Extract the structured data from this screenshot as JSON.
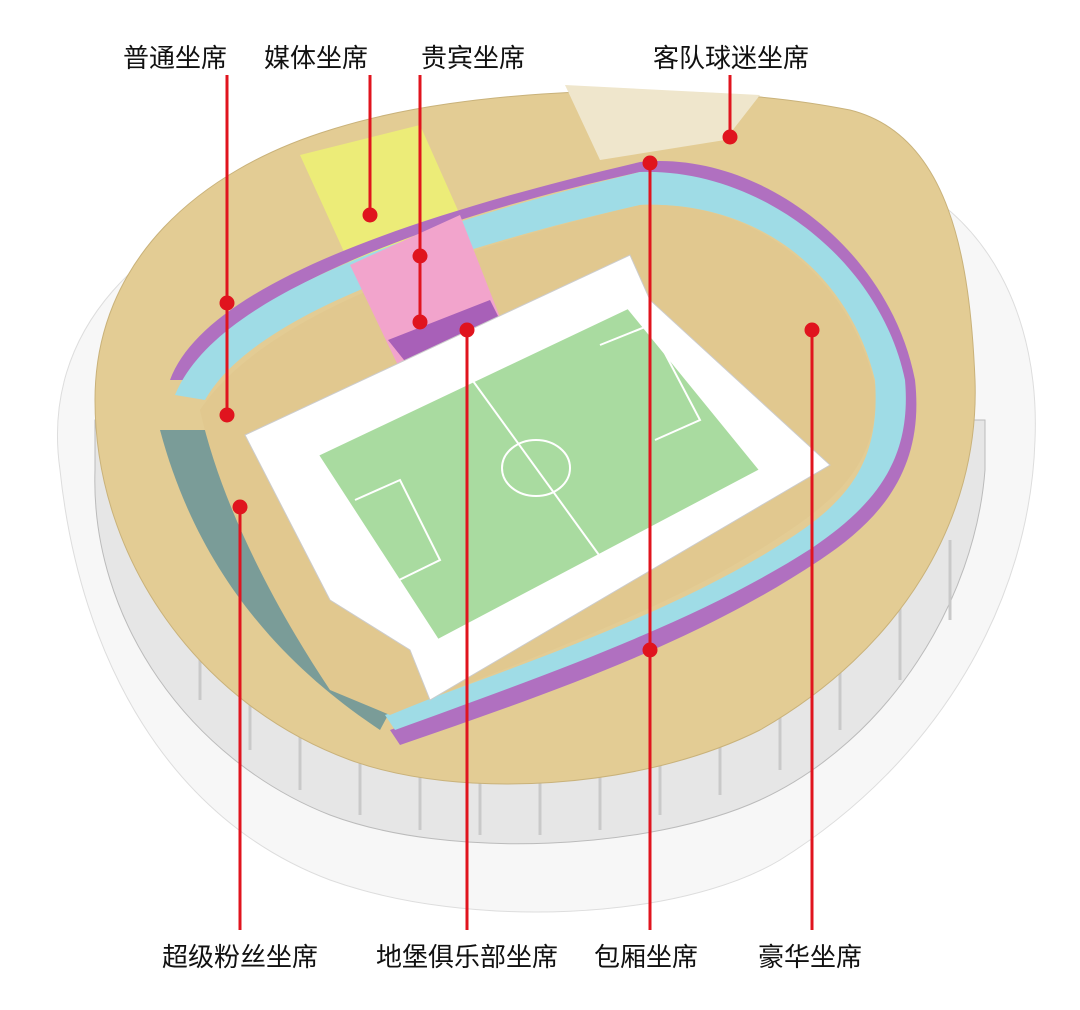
{
  "labels": {
    "top": [
      "普通坐席",
      "媒体坐席",
      "贵宾坐席",
      "客队球迷坐席"
    ],
    "bottom": [
      "超级粉丝坐席",
      "地堡俱乐部坐席",
      "包厢坐席",
      "豪华坐席"
    ]
  },
  "colors": {
    "leader_line": "#e0141e",
    "regular_seats": "#e3cc94",
    "media_seats": "#ecec78",
    "vip_seats": "#f2a4cc",
    "away_fan_seats": "#efe6cc",
    "super_fan_seats": "#7a9c98",
    "luxury_ring": "#9fdce6",
    "box_ring": "#b070c0",
    "bunker_club": "#a860b8",
    "pitch": "#a9dba0"
  }
}
